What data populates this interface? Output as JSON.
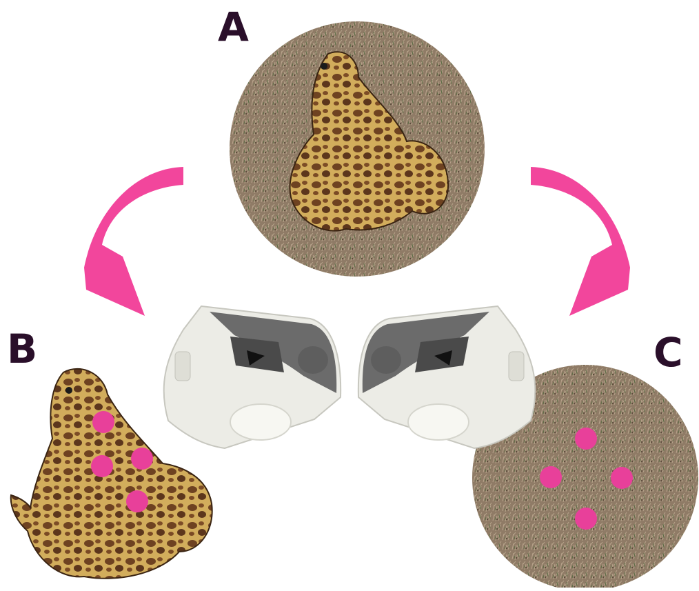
{
  "labels": {
    "a": "A",
    "b": "B",
    "c": "C"
  },
  "colors": {
    "label": "#2a0f2a",
    "arrow": "#f2469c",
    "dot": "#e8409a",
    "grass": "#8f7b66",
    "frog_body": "#8a5a2c",
    "frog_light": "#d9b35a",
    "device_body": "#ecece6",
    "device_face": "#6b6b6b"
  },
  "icons": {
    "frog_photo": "frog-photo",
    "grass_photo": "grass-photo",
    "device": "observation-device-icon",
    "arrow": "curved-arrow-icon",
    "marker": "pink-dot-marker"
  },
  "marker_counts": {
    "b": 4,
    "c": 4
  }
}
